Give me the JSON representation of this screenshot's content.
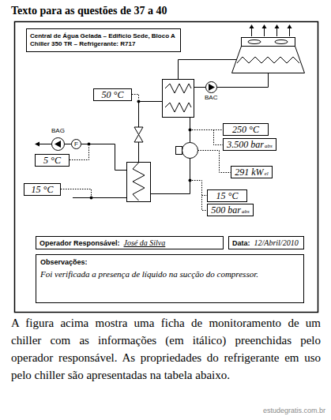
{
  "diagram": {
    "title": "Texto para as questões de 37 a 40",
    "nodes": [
      {
        "text": [
          "Central de Água Gelada – Edifício Sede, Bloco A",
          "Chiller 350 TR – Refrigerante: R717"
        ]
      },
      {
        "text": [
          "50 °C"
        ]
      },
      {
        "text": [
          "250 °C"
        ]
      },
      {
        "text": [
          "F"
        ]
      },
      {
        "text": [
          "3.500 bar",
          "abs"
        ]
      },
      {
        "text": [
          "5 °C"
        ]
      },
      {
        "text": [
          "291 kW",
          "el"
        ]
      },
      {
        "text": [
          "15 °C"
        ]
      },
      {
        "text": [
          "15 °C"
        ]
      },
      {
        "text": [
          "500 bar",
          "abs"
        ]
      },
      {
        "text": [
          "Operador Responsável:",
          "José da Silva"
        ]
      },
      {
        "text": [
          "Data:",
          "12/Abril/2010"
        ]
      },
      {
        "text": [
          "Observações:",
          "Foi verificada a presença de líquido na sucção do compressor."
        ]
      }
    ],
    "labels": [
      "BAC",
      "BAG",
      "A figura acima mostra uma ficha de monitoramento de um chiller com as informações (em itálico) preenchidas pelo operador responsável. As propriedades do refrigerante em uso pelo chiller são apresentadas na tabela abaixo.",
      "estudegratis.com.br"
    ]
  }
}
